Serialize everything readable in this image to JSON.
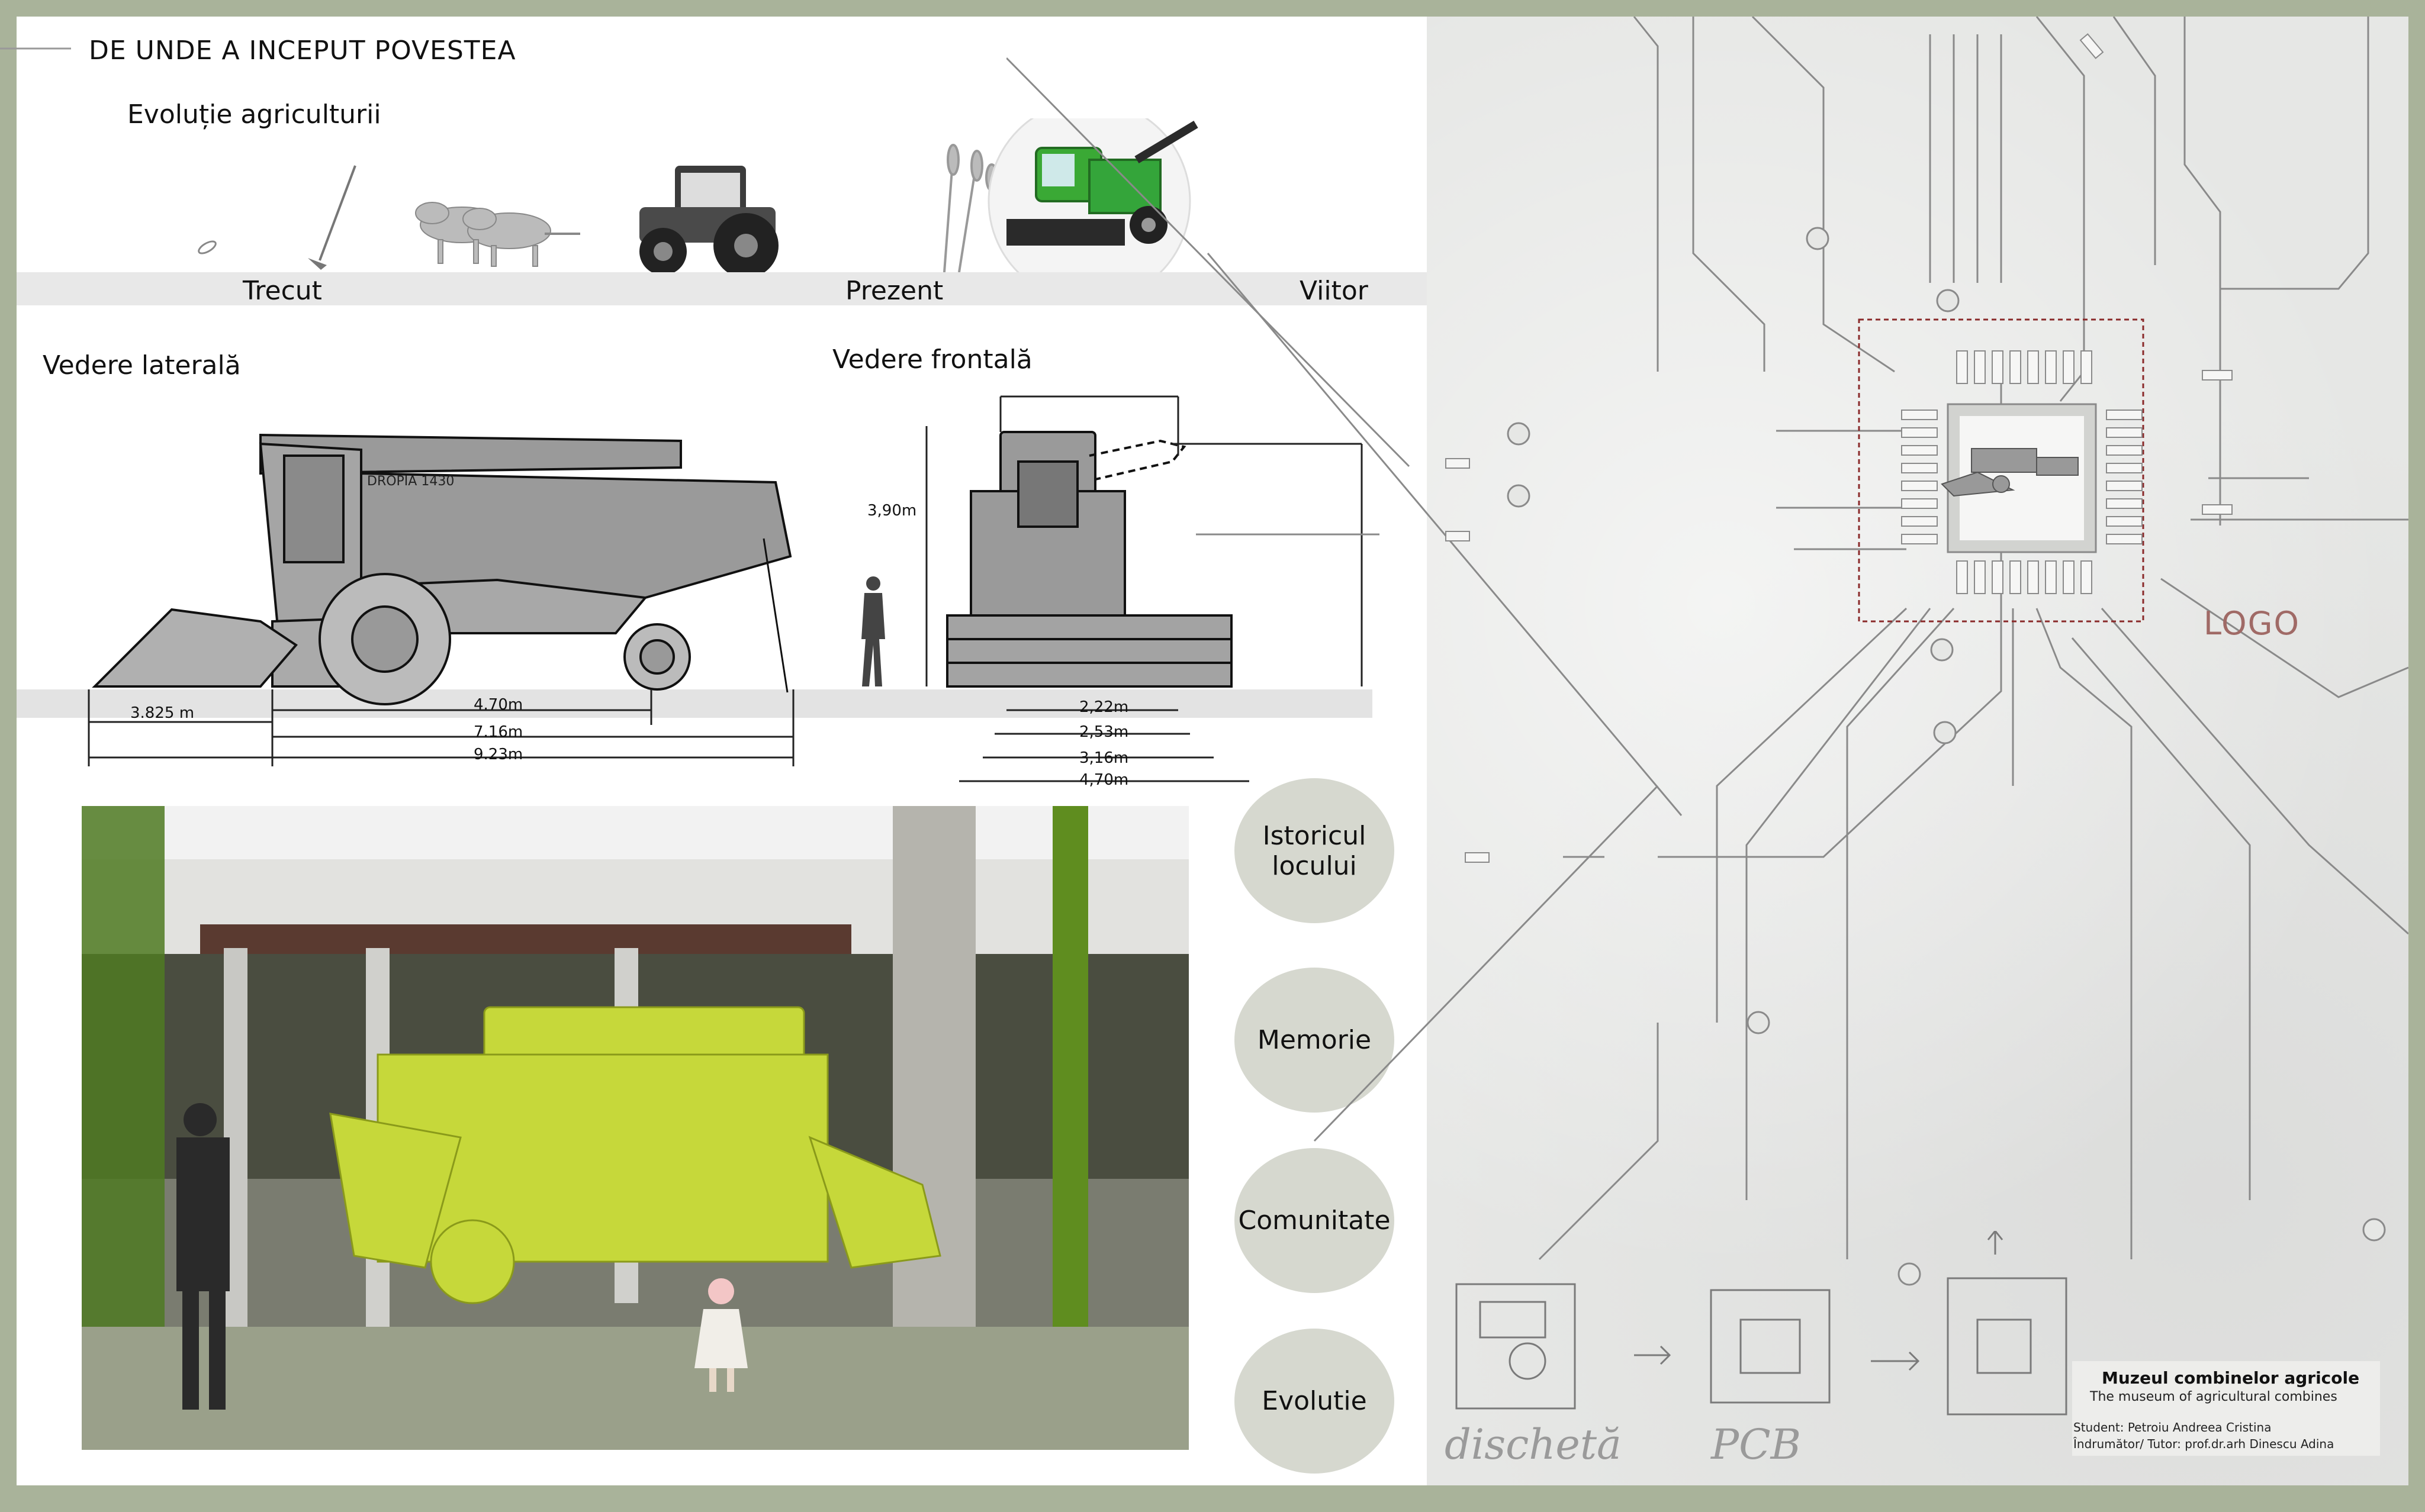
{
  "header": {
    "title": "DE UNDE A INCEPUT POVESTEA",
    "subtitle": "Evoluție agriculturii"
  },
  "timeline": {
    "past": "Trecut",
    "present": "Prezent",
    "future": "Viitor"
  },
  "views": {
    "side_label": "Vedere laterală",
    "front_label": "Vedere frontală",
    "machine_label": "DROPIA 1430",
    "side_dims": [
      "3.825 m",
      "4.70m",
      "7.16m",
      "9.23m"
    ],
    "front_height": "3,90m",
    "front_dims": [
      "2,22m",
      "2,53m",
      "3,16m",
      "4,70m"
    ]
  },
  "nav": {
    "items": [
      "Istoricul locului",
      "Memorie",
      "Comunitate",
      "Evolutie"
    ]
  },
  "logo": "LOGO",
  "sketch": {
    "floppy": "dischetă",
    "pcb": "PCB"
  },
  "info_box": {
    "title": "Muzeul combinelor agricole",
    "title_en": "The museum of agricultural combines",
    "student": "Student: Petroiu Andreea Cristina",
    "tutor": "Îndrumător/ Tutor: prof.dr.arh Dinescu Adina"
  },
  "colors": {
    "frame": "#a9b39a",
    "combine_green": "#c6d83a",
    "tractor_green": "#3aa935",
    "logo": "#a06a66",
    "circle": "#d6d8cf"
  }
}
